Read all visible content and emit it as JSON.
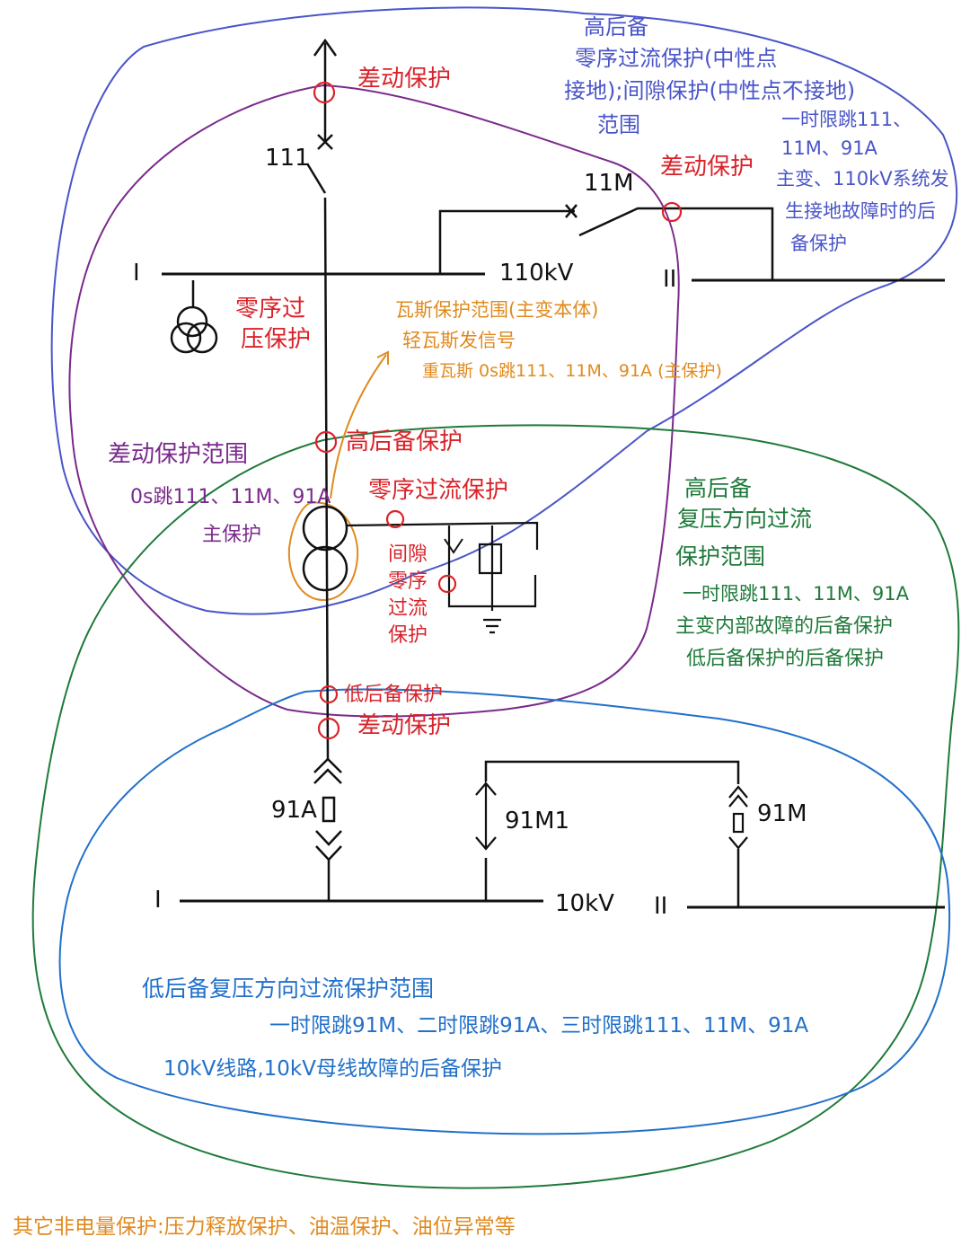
{
  "labels": {
    "bus110_label": "110kV",
    "bus10_label": "10kV",
    "bus110_I": "I",
    "bus110_II": "II",
    "bus10_I": "I",
    "bus10_II": "II",
    "breaker_111": "111",
    "breaker_11M": "11M",
    "breaker_91A": "91A",
    "breaker_91M1": "91M1",
    "breaker_91M": "91M"
  },
  "red_protection": {
    "diff_top": "差动保护",
    "diff_bus_tie": "差动保护",
    "zero_seq_overvoltage_1": "零序过",
    "zero_seq_overvoltage_2": "压保护",
    "high_backup": "高后备保护",
    "zero_seq_overcurrent": "零序过流保护",
    "gap_zero_seq": [
      "间隙",
      "零序",
      "过流",
      "保护"
    ],
    "low_backup": "低后备保护",
    "diff_low": "差动保护"
  },
  "blue_block": {
    "lines": [
      "高后备",
      "零序过流保护(中性点",
      "接地);间隙保护(中性点不接地)",
      "范围"
    ],
    "detail": [
      "一时限跳111、",
      "11M、91A",
      "主变、110kV系统发",
      "生接地故障时的后",
      "备保护"
    ]
  },
  "orange_block": {
    "lines": [
      "瓦斯保护范围(主变本体)",
      "轻瓦斯发信号",
      "重瓦斯 0s跳111、11M、91A (主保护)"
    ]
  },
  "purple_block": {
    "lines": [
      "差动保护范围",
      "0s跳111、11M、91A",
      "主保护"
    ]
  },
  "green_block": {
    "lines": [
      "高后备",
      "复压方向过流",
      "保护范围",
      "一时限跳111、11M、91A",
      "主变内部故障的后备保护",
      "低后备保护的后备保护"
    ]
  },
  "lightblue_block": {
    "lines": [
      "低后备复压方向过流保护范围",
      "一时限跳91M、二时限跳91A、三时限跳111、11M、91A",
      "10kV线路,10kV母线故障的后备保护"
    ]
  },
  "footer": "其它非电量保护:压力释放保护、油温保护、油位异常等",
  "colors": {
    "line": "#111111",
    "red": "#d9232a",
    "purple": "#7a2a8c",
    "blue": "#4a55c8",
    "green": "#1f7a3a",
    "lightblue": "#2170c9",
    "orange": "#e08a1e"
  }
}
